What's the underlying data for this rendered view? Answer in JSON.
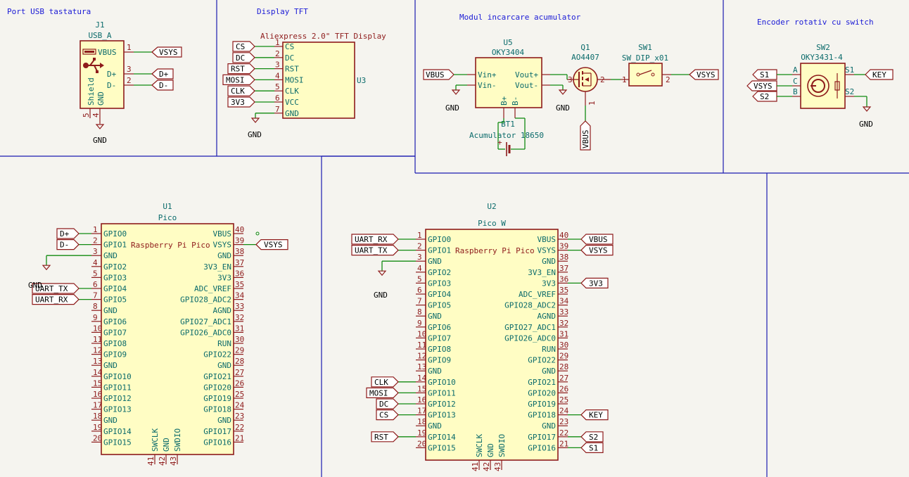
{
  "sections": {
    "usb": "Port USB tastatura",
    "tft": "Display TFT",
    "charger": "Modul incarcare acumulator",
    "encoder": "Encoder rotativ cu switch"
  },
  "j1": {
    "ref": "J1",
    "value": "USB_A",
    "pins": [
      {
        "num": "1",
        "name": "VBUS",
        "net": "VSYS"
      },
      {
        "num": "3",
        "name": "D+",
        "net": "D+"
      },
      {
        "num": "2",
        "name": "D-",
        "net": "D-"
      },
      {
        "num": "5",
        "name": "Shield"
      },
      {
        "num": "4",
        "name": "GND"
      }
    ],
    "gnd": "GND"
  },
  "u3": {
    "ref": "U3",
    "desc": "Aliexpress 2.0\" TFT Display",
    "pins": [
      {
        "num": "1",
        "name": "CS",
        "net": "CS"
      },
      {
        "num": "2",
        "name": "DC",
        "net": "DC"
      },
      {
        "num": "3",
        "name": "RST",
        "net": "RST"
      },
      {
        "num": "4",
        "name": "MOSI",
        "net": "MOSI"
      },
      {
        "num": "5",
        "name": "CLK",
        "net": "CLK"
      },
      {
        "num": "6",
        "name": "VCC",
        "net": "3V3"
      },
      {
        "num": "7",
        "name": "GND"
      }
    ],
    "gnd": "GND"
  },
  "u5": {
    "ref": "U5",
    "value": "OKY3404",
    "left": [
      {
        "num": "",
        "name": "Vin+",
        "net": "VBUS"
      },
      {
        "num": "",
        "name": "Vin-"
      }
    ],
    "right": [
      {
        "name": "Vout+"
      },
      {
        "name": "Vout-"
      }
    ],
    "bottom": [
      "B+",
      "B-"
    ],
    "gnd": "GND"
  },
  "q1": {
    "ref": "Q1",
    "value": "AO4407",
    "pins": [
      "3",
      "2",
      "1"
    ],
    "net": "VBUS"
  },
  "sw1": {
    "ref": "SW1",
    "value": "SW_DIP_x01",
    "pins": [
      "1",
      "2"
    ],
    "net": "VSYS"
  },
  "bt1": {
    "ref": "BT1",
    "value": "Acumulator 18650"
  },
  "sw2": {
    "ref": "SW2",
    "value": "OKY3431-4",
    "left": [
      {
        "name": "A",
        "net": "S1"
      },
      {
        "name": "C",
        "net": "VSYS"
      },
      {
        "name": "B",
        "net": "S2"
      }
    ],
    "right": [
      {
        "name": "S1",
        "net": "KEY"
      },
      {
        "name": "S2"
      }
    ],
    "gnd": "GND"
  },
  "u1": {
    "ref": "U1",
    "value": "Pico",
    "desc": "Raspberry Pi Pico",
    "left": [
      {
        "num": "1",
        "name": "GPIO0",
        "net": "D+"
      },
      {
        "num": "2",
        "name": "GPIO1",
        "net": "D-"
      },
      {
        "num": "3",
        "name": "GND",
        "net": "GND"
      },
      {
        "num": "4",
        "name": "GPIO2"
      },
      {
        "num": "5",
        "name": "GPIO3"
      },
      {
        "num": "6",
        "name": "GPIO4",
        "net": "UART_TX"
      },
      {
        "num": "7",
        "name": "GPIO5",
        "net": "UART_RX"
      },
      {
        "num": "8",
        "name": "GND"
      },
      {
        "num": "9",
        "name": "GPIO6"
      },
      {
        "num": "10",
        "name": "GPIO7"
      },
      {
        "num": "11",
        "name": "GPIO8"
      },
      {
        "num": "12",
        "name": "GPIO9"
      },
      {
        "num": "13",
        "name": "GND"
      },
      {
        "num": "14",
        "name": "GPIO10"
      },
      {
        "num": "15",
        "name": "GPIO11"
      },
      {
        "num": "16",
        "name": "GPIO12"
      },
      {
        "num": "17",
        "name": "GPIO13"
      },
      {
        "num": "18",
        "name": "GND"
      },
      {
        "num": "19",
        "name": "GPIO14"
      },
      {
        "num": "20",
        "name": "GPIO15"
      }
    ],
    "right": [
      {
        "num": "40",
        "name": "VBUS"
      },
      {
        "num": "39",
        "name": "VSYS",
        "net": "VSYS"
      },
      {
        "num": "38",
        "name": "GND"
      },
      {
        "num": "37",
        "name": "3V3_EN"
      },
      {
        "num": "36",
        "name": "3V3"
      },
      {
        "num": "35",
        "name": "ADC_VREF"
      },
      {
        "num": "34",
        "name": "GPIO28_ADC2"
      },
      {
        "num": "33",
        "name": "AGND"
      },
      {
        "num": "32",
        "name": "GPIO27_ADC1"
      },
      {
        "num": "31",
        "name": "GPIO26_ADC0"
      },
      {
        "num": "30",
        "name": "RUN"
      },
      {
        "num": "29",
        "name": "GPIO22"
      },
      {
        "num": "28",
        "name": "GND"
      },
      {
        "num": "27",
        "name": "GPIO21"
      },
      {
        "num": "26",
        "name": "GPIO20"
      },
      {
        "num": "25",
        "name": "GPIO19"
      },
      {
        "num": "24",
        "name": "GPIO18"
      },
      {
        "num": "23",
        "name": "GND"
      },
      {
        "num": "22",
        "name": "GPIO17"
      },
      {
        "num": "21",
        "name": "GPIO16"
      }
    ],
    "bottom": [
      {
        "num": "41",
        "name": "SWCLK"
      },
      {
        "num": "42",
        "name": "GND"
      },
      {
        "num": "43",
        "name": "SWDIO"
      }
    ],
    "gnd": "GND"
  },
  "u2": {
    "ref": "U2",
    "value": "Pico W",
    "desc": "Raspberry Pi Pico",
    "left": [
      {
        "num": "1",
        "name": "GPIO0",
        "net": "UART_RX"
      },
      {
        "num": "2",
        "name": "GPIO1",
        "net": "UART_TX"
      },
      {
        "num": "3",
        "name": "GND",
        "net": "GND"
      },
      {
        "num": "4",
        "name": "GPIO2"
      },
      {
        "num": "5",
        "name": "GPIO3"
      },
      {
        "num": "6",
        "name": "GPIO4"
      },
      {
        "num": "7",
        "name": "GPIO5"
      },
      {
        "num": "8",
        "name": "GND"
      },
      {
        "num": "9",
        "name": "GPIO6"
      },
      {
        "num": "10",
        "name": "GPIO7"
      },
      {
        "num": "11",
        "name": "GPIO8"
      },
      {
        "num": "12",
        "name": "GPIO9"
      },
      {
        "num": "13",
        "name": "GND"
      },
      {
        "num": "14",
        "name": "GPIO10",
        "net": "CLK"
      },
      {
        "num": "15",
        "name": "GPIO11",
        "net": "MOSI"
      },
      {
        "num": "16",
        "name": "GPIO12",
        "net": "DC"
      },
      {
        "num": "17",
        "name": "GPIO13",
        "net": "CS"
      },
      {
        "num": "18",
        "name": "GND"
      },
      {
        "num": "19",
        "name": "GPIO14",
        "net": "RST"
      },
      {
        "num": "20",
        "name": "GPIO15"
      }
    ],
    "right": [
      {
        "num": "40",
        "name": "VBUS",
        "net": "VBUS"
      },
      {
        "num": "39",
        "name": "VSYS",
        "net": "VSYS"
      },
      {
        "num": "38",
        "name": "GND"
      },
      {
        "num": "37",
        "name": "3V3_EN"
      },
      {
        "num": "36",
        "name": "3V3",
        "net": "3V3"
      },
      {
        "num": "35",
        "name": "ADC_VREF"
      },
      {
        "num": "34",
        "name": "GPIO28_ADC2"
      },
      {
        "num": "33",
        "name": "AGND"
      },
      {
        "num": "32",
        "name": "GPIO27_ADC1"
      },
      {
        "num": "31",
        "name": "GPIO26_ADC0"
      },
      {
        "num": "30",
        "name": "RUN"
      },
      {
        "num": "29",
        "name": "GPIO22"
      },
      {
        "num": "28",
        "name": "GND"
      },
      {
        "num": "27",
        "name": "GPIO21"
      },
      {
        "num": "26",
        "name": "GPIO20"
      },
      {
        "num": "25",
        "name": "GPIO19"
      },
      {
        "num": "24",
        "name": "GPIO18",
        "net": "KEY"
      },
      {
        "num": "23",
        "name": "GND"
      },
      {
        "num": "22",
        "name": "GPIO17",
        "net": "S2"
      },
      {
        "num": "21",
        "name": "GPIO16",
        "net": "S1"
      }
    ],
    "bottom": [
      {
        "num": "41",
        "name": "SWCLK"
      },
      {
        "num": "42",
        "name": "GND"
      },
      {
        "num": "43",
        "name": "SWDIO"
      }
    ],
    "gnd": "GND"
  }
}
